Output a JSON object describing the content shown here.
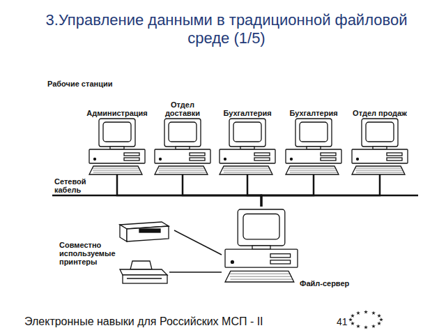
{
  "diagram": {
    "title": "3.Управление данными в традиционной файловой среде (1/5)",
    "nodes": [
      {
        "text": [
          "Администрация"
        ]
      },
      {
        "text": [
          "Отдел доставки"
        ]
      },
      {
        "text": [
          "Бухгалтерия"
        ]
      },
      {
        "text": [
          "Бухгалтерия"
        ]
      },
      {
        "text": [
          "Отдел продаж"
        ]
      },
      {
        "text": [
          "Файл-сервер"
        ]
      },
      {
        "text": [
          "Совместно используемые принтеры"
        ]
      }
    ],
    "edges": [
      {
        "from": 0,
        "to": 5,
        "arrow": "none"
      },
      {
        "from": 1,
        "to": 5,
        "arrow": "none"
      },
      {
        "from": 2,
        "to": 5,
        "arrow": "none"
      },
      {
        "from": 3,
        "to": 5,
        "arrow": "none"
      },
      {
        "from": 4,
        "to": 5,
        "arrow": "none"
      },
      {
        "from": 6,
        "to": 5,
        "arrow": "none"
      }
    ],
    "labels": [
      "Рабочие станции",
      "Сетевой кабель",
      "Электронные навыки для Российских МСП - II",
      "41"
    ]
  }
}
